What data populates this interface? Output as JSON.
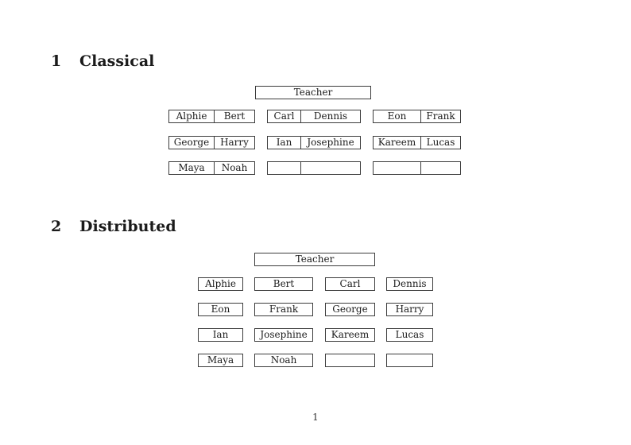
{
  "page": {
    "page_number": "1",
    "colors": {
      "background": "#ffffff",
      "ink": "#1b1b1b",
      "border": "#3c3c3c"
    }
  },
  "sections": [
    {
      "number": "1",
      "title": "Classical",
      "teacher_label": "Teacher",
      "rows": [
        [
          [
            "Alphie",
            "Bert"
          ],
          [
            "Carl",
            "Dennis"
          ],
          [
            "Eon",
            "Frank"
          ]
        ],
        [
          [
            "George",
            "Harry"
          ],
          [
            "Ian",
            "Josephine"
          ],
          [
            "Kareem",
            "Lucas"
          ]
        ],
        [
          [
            "Maya",
            "Noah"
          ],
          [
            "",
            ""
          ],
          [
            "",
            ""
          ]
        ]
      ]
    },
    {
      "number": "2",
      "title": "Distributed",
      "teacher_label": "Teacher",
      "rows": [
        [
          "Alphie",
          "Bert",
          "Carl",
          "Dennis"
        ],
        [
          "Eon",
          "Frank",
          "George",
          "Harry"
        ],
        [
          "Ian",
          "Josephine",
          "Kareem",
          "Lucas"
        ],
        [
          "Maya",
          "Noah",
          "",
          ""
        ]
      ]
    }
  ]
}
